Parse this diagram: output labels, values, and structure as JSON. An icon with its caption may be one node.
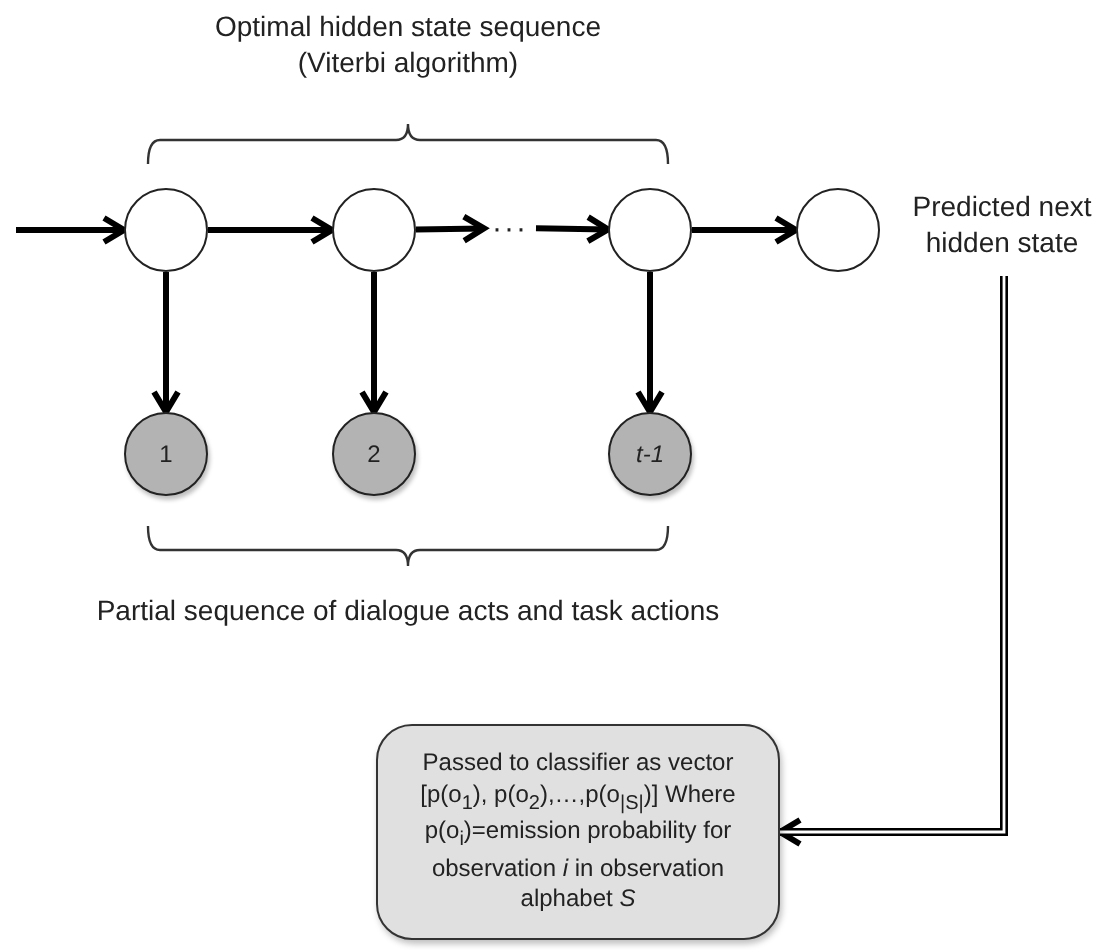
{
  "diagram": {
    "nodes": [
      {
        "text": [],
        "shape": "circle"
      },
      {
        "text": [],
        "shape": "circle"
      },
      {
        "text": [
          "···"
        ]
      },
      {
        "text": [],
        "shape": "circle"
      },
      {
        "text": [],
        "shape": "circle",
        "beside": [
          "Predicted next hidden state"
        ]
      },
      {
        "text": [
          "1"
        ]
      },
      {
        "text": [
          "2"
        ]
      },
      {
        "text": [
          "t-1"
        ]
      },
      {
        "text": [
          "Passed to classifier as vector [p(o$_{1}$), p(o$_{2}$),…,p(o$_{|S|}$)] Where p(o$_{i}$)=emission probability for observation *i* in observation alphabet *S*"
        ]
      }
    ],
    "edges": [
      {
        "from": null,
        "to": 0,
        "arrow": "to"
      },
      {
        "from": 0,
        "to": 1,
        "arrow": "to"
      },
      {
        "from": 1,
        "to": 2,
        "arrow": "to"
      },
      {
        "from": 2,
        "to": 3,
        "arrow": "to"
      },
      {
        "from": 3,
        "to": 4,
        "arrow": "to"
      },
      {
        "from": 0,
        "to": 5,
        "arrow": "to"
      },
      {
        "from": 1,
        "to": 6,
        "arrow": "to"
      },
      {
        "from": 3,
        "to": 7,
        "arrow": "to"
      },
      {
        "from": 4,
        "to": 8,
        "arrow": "to"
      }
    ],
    "labels": [
      "Optimal hidden state sequence (Viterbi algorithm)",
      "Partial sequence of dialogue acts and task actions"
    ]
  }
}
